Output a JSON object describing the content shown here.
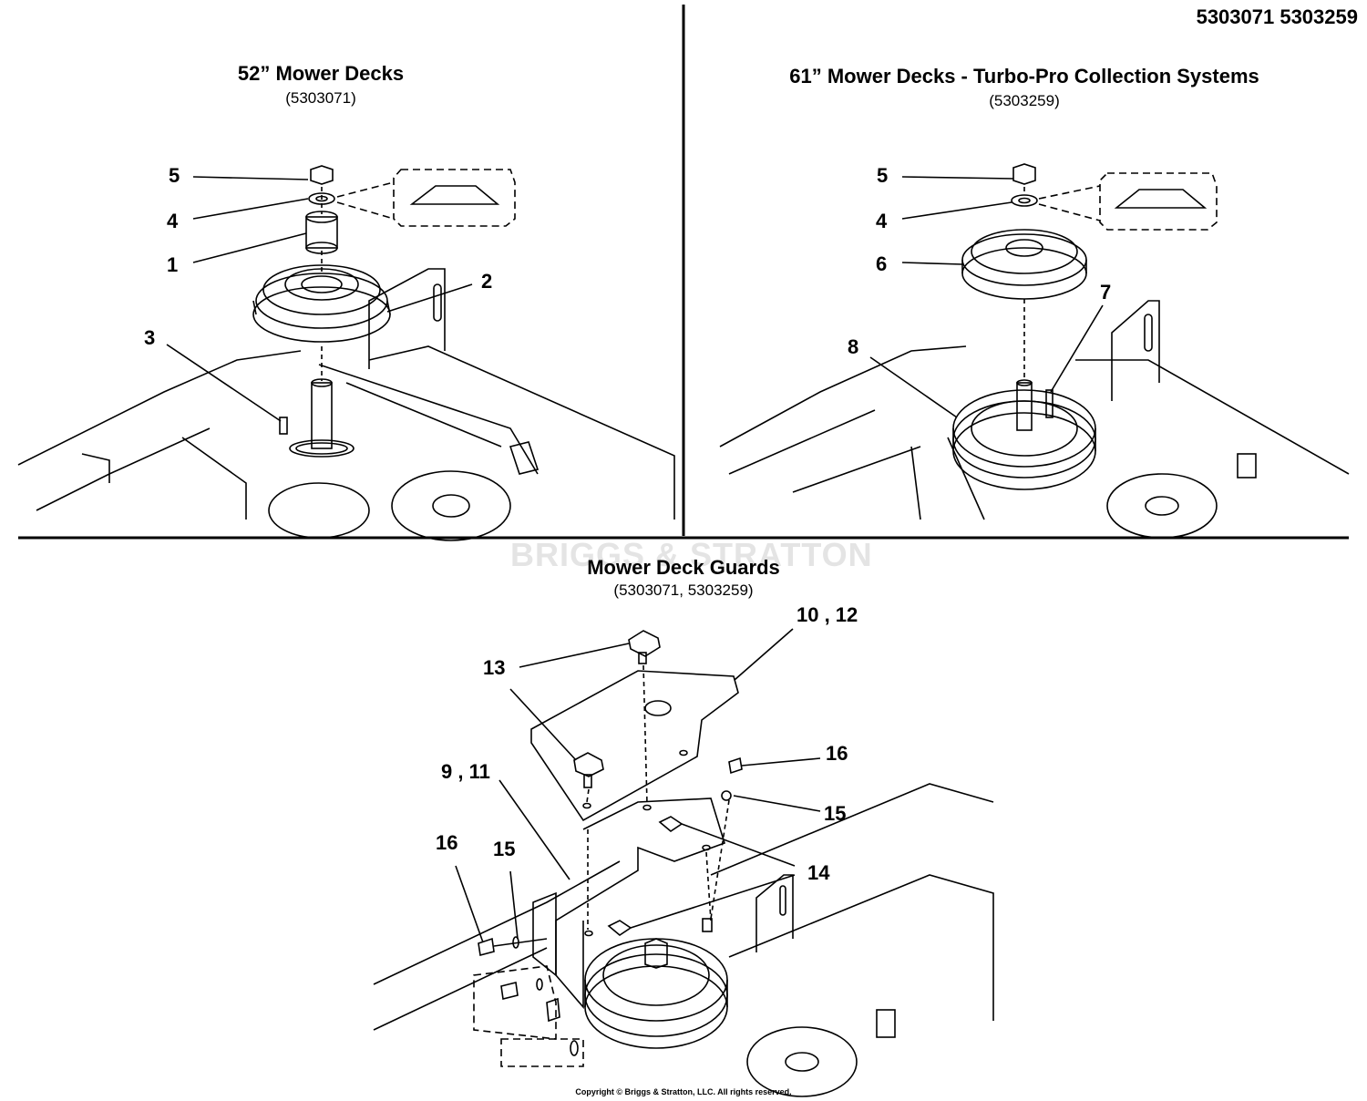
{
  "document_id": "5303071 5303259",
  "copyright": "Copyright © Briggs & Stratton, LLC. All rights reserved.",
  "watermark_text": "BRIGGS & STRATTON",
  "panels": {
    "top_left": {
      "title": "52” Mower Decks",
      "subtitle": "(5303071)",
      "callouts": [
        "5",
        "4",
        "1",
        "2",
        "3"
      ]
    },
    "top_right": {
      "title": "61” Mower Decks - Turbo-Pro Collection Systems",
      "subtitle": "(5303259)",
      "callouts": [
        "5",
        "4",
        "6",
        "7",
        "8"
      ]
    },
    "bottom": {
      "title": "Mower Deck Guards",
      "subtitle": "(5303071, 5303259)",
      "callouts": [
        "10 , 12",
        "13",
        "9 , 11",
        "16",
        "15",
        "15",
        "16",
        "14"
      ]
    }
  },
  "colors": {
    "line": "#000000",
    "light_line": "#555555",
    "watermark": "#e4e4e4"
  }
}
